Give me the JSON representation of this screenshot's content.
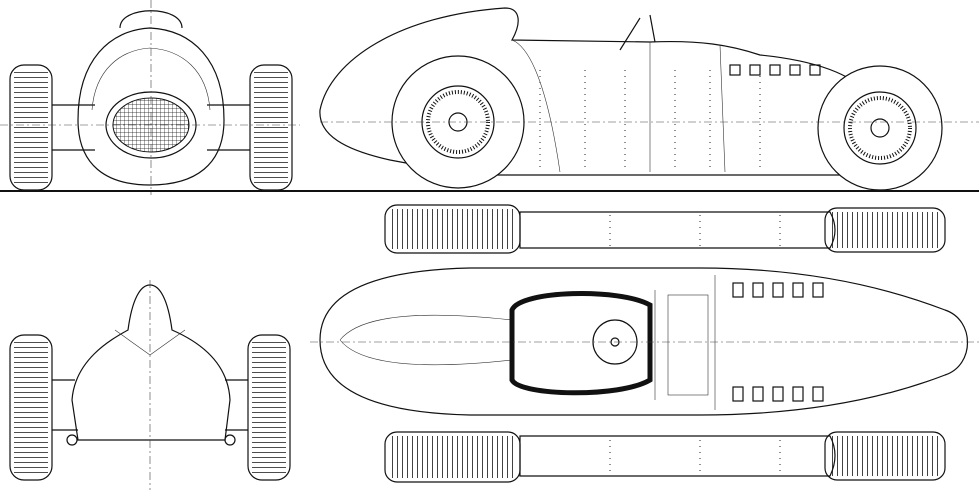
{
  "drawing": {
    "line_color": "#111111",
    "background_color": "#ffffff",
    "views": [
      "front",
      "side",
      "rear",
      "top"
    ]
  }
}
